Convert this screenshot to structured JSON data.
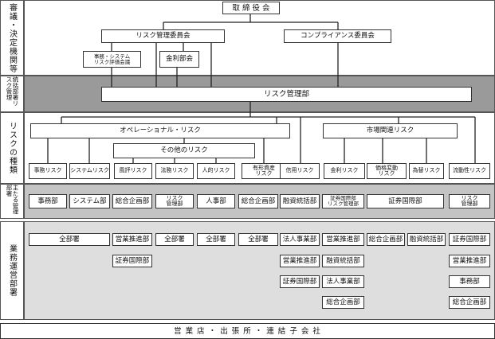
{
  "row_labels": {
    "decision": "審議・決定機関等",
    "risk_mgmt": "統括部署リスク管理",
    "risk_types": "リスクの種類",
    "main_dept": "主たる管理部署",
    "ops_dept": "業務運営部署"
  },
  "decision": {
    "board": "取 締 役 会",
    "risk_committee": "リスク管理委員会",
    "compliance_committee": "コンプライアンス委員会",
    "system_council": "事務・システム\nリスク評価会議",
    "alm_council": "金利部会"
  },
  "risk_dept": "リスク管理部",
  "risk_categories": {
    "operational": "オペレーショナル・リスク",
    "other": "その他のリスク",
    "market": "市場関連リスク"
  },
  "risks": [
    "事務リスク",
    "システムリスク",
    "風評リスク",
    "法務リスク",
    "人的リスク",
    "有形資産\nリスク",
    "信用リスク",
    "金利リスク",
    "価格変動\nリスク",
    "為替リスク",
    "流動性リスク"
  ],
  "main_depts": [
    "事務部",
    "システム部",
    "総合企画部",
    "リスク\n管理部",
    "人事部",
    "総合企画部",
    "融資統括部",
    "証券国際部\nリスク管理部",
    "証券国際部",
    "リスク\n管理部"
  ],
  "ops": {
    "col1": [
      "全部署"
    ],
    "col2": [
      "営業推進部",
      "証券国際部"
    ],
    "col3": [
      "全部署"
    ],
    "col4": [
      "全部署"
    ],
    "col5": [
      "全部署"
    ],
    "col6": [
      "法人事業部",
      "営業推進部",
      "証券国際部"
    ],
    "col7": [
      "営業推進部",
      "融資統括部",
      "法人事業部",
      "総合企画部"
    ],
    "col8": [
      "総合企画部"
    ],
    "col9": [
      "融資統括部"
    ],
    "col10": [
      "証券国際部",
      "営業推進部",
      "事務部",
      "総合企画部"
    ]
  },
  "footer": "営 業 店 ・ 出 張 所 ・ 連 結 子 会 社"
}
